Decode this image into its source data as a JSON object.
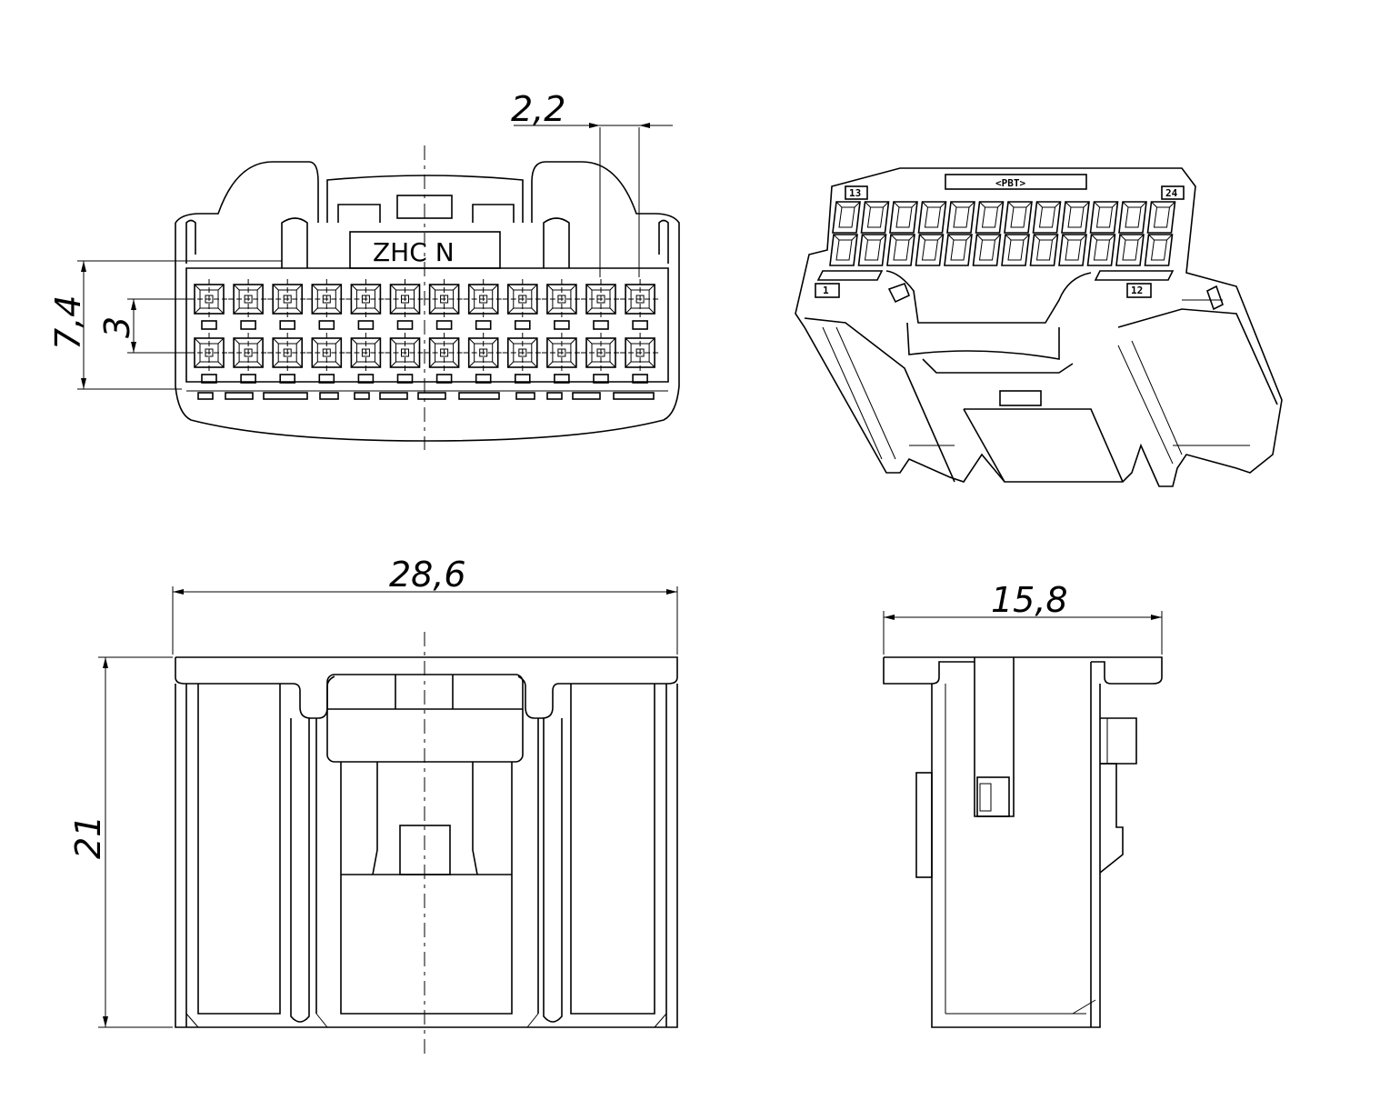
{
  "dimensions": {
    "pitch_horizontal": "2,2",
    "row_height": "7,4",
    "row_pitch": "3",
    "overall_width": "28,6",
    "overall_height": "21",
    "depth": "15,8"
  },
  "front_view": {
    "marking": "ZHC N",
    "columns": 12,
    "rows": 2
  },
  "iso_view": {
    "pin_label_top_left": "13",
    "pin_label_top_right": "24",
    "pin_label_bottom_left": "1",
    "pin_label_bottom_right": "12",
    "top_label": "<PBT>"
  },
  "colors": {
    "line": "#000000",
    "background": "#ffffff"
  }
}
